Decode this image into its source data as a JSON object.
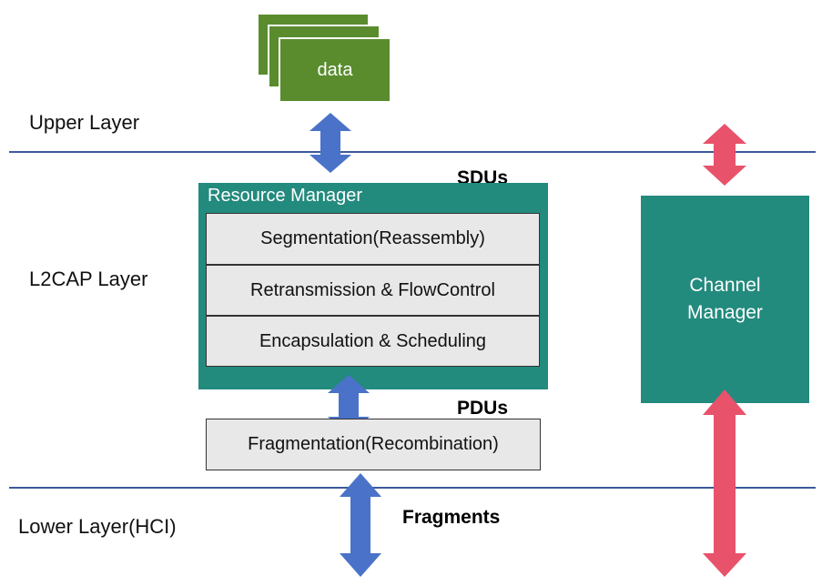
{
  "labels": {
    "upper_layer": "Upper Layer",
    "l2cap_layer": "L2CAP Layer",
    "lower_layer": "Lower Layer(HCI)",
    "sdus": "SDUs",
    "pdus": "PDUs",
    "fragments": "Fragments"
  },
  "data_stack": {
    "label": "data"
  },
  "resource_manager": {
    "title": "Resource Manager",
    "rows": [
      "Segmentation(Reassembly)",
      "Retransmission & FlowControl",
      "Encapsulation & Scheduling"
    ]
  },
  "fragmentation": {
    "label": "Fragmentation(Recombination)"
  },
  "channel_manager": {
    "line1": "Channel",
    "line2": "Manager"
  },
  "colors": {
    "data_green": "#5a8c2e",
    "teal": "#238a7e",
    "blue_arrow": "#4a72c8",
    "red_arrow": "#e8526a",
    "layer_line": "#3a5a9a",
    "sub_box_fill": "#e8e8e8"
  }
}
